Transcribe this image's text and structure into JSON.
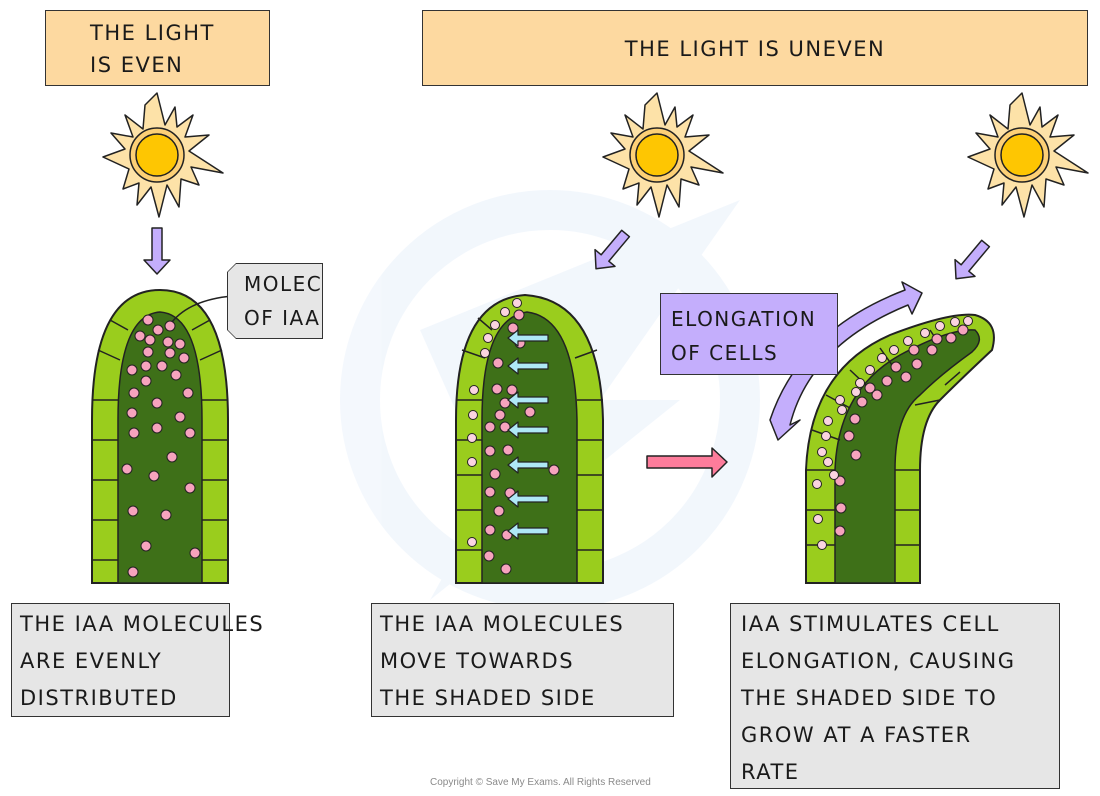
{
  "headers": {
    "even": [
      "THE LIGHT",
      "IS EVEN"
    ],
    "uneven": "THE LIGHT IS UNEVEN"
  },
  "labels": {
    "molecules": [
      "MOLECULES",
      "OF IAA"
    ],
    "elongation": [
      "ELONGATION",
      "OF CELLS"
    ]
  },
  "captions": {
    "panel1": [
      "THE IAA MOLECULES",
      "ARE EVENLY",
      "DISTRIBUTED"
    ],
    "panel2": [
      "THE IAA MOLECULES",
      "MOVE TOWARDS",
      "THE SHADED SIDE"
    ],
    "panel3": [
      "IAA STIMULATES CELL",
      "ELONGATION, CAUSING",
      "THE SHADED SIDE TO",
      "GROW AT A FASTER",
      "RATE"
    ]
  },
  "icons": {
    "sun": "sun-icon",
    "light_arrow": "light-direction-arrow",
    "iaa_move_arrow": "iaa-movement-arrow",
    "progress_arrow": "next-stage-arrow",
    "curved_arrow": "elongation-curved-arrow"
  },
  "colors": {
    "header_bg": "#fdd9a0",
    "caption_bg": "#e6e6e6",
    "elongation_bg": "#c4aefc",
    "shoot_inner": "#3e7018",
    "shoot_cells": "#9acd1d",
    "iaa_dot": "#f6a3bd",
    "light_arrow": "#c4aefc",
    "move_arrow": "#aee8f6",
    "progress_arrow": "#fd7c9b",
    "sun_core": "#fec602",
    "sun_rays": "#fde2a8"
  },
  "copyright": "Copyright © Save My Exams. All Rights Reserved"
}
